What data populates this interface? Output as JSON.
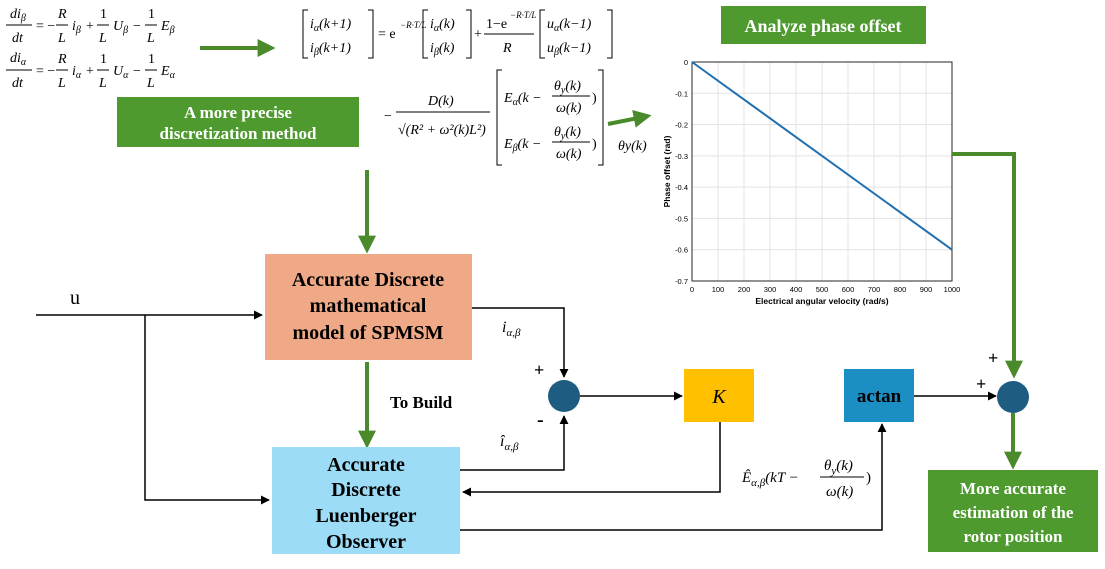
{
  "colors": {
    "green_box": "#4e9a2f",
    "salmon_box": "#f0a987",
    "light_blue_box": "#9ddcf7",
    "teal_box": "#1b8ec4",
    "yellow_box": "#ffc000",
    "junction": "#1f5c82",
    "green_arrow": "#4a8a2a",
    "plot_line": "#1f6fb0"
  },
  "labels": {
    "discretization": [
      "A more precise",
      "discretization method"
    ],
    "analyze_phase": "Analyze phase offset",
    "accurate_model": [
      "Accurate Discrete",
      "mathematical",
      "model of SPMSM"
    ],
    "observer": [
      "Accurate",
      "Discrete",
      "Luenberger",
      "Observer"
    ],
    "gain": "K",
    "actan": "actan",
    "more_accurate": [
      "More accurate",
      "estimation of the",
      "rotor position"
    ],
    "input": "u",
    "to_build": "To Build",
    "plus": "+",
    "minus": "-",
    "theta_label": "θy(k)"
  },
  "chart_data": {
    "type": "line",
    "title": "",
    "xlabel": "Electrical angular velocity (rad/s)",
    "ylabel": "Phase offset (rad)",
    "xlim": [
      0,
      1000
    ],
    "ylim": [
      -0.7,
      0
    ],
    "xticks": [
      "0",
      "100",
      "200",
      "300",
      "400",
      "500",
      "600",
      "700",
      "800",
      "900",
      "1000"
    ],
    "yticks": [
      "0",
      "-0.1",
      "-0.2",
      "-0.3",
      "-0.4",
      "-0.5",
      "-0.6",
      "-0.7"
    ],
    "grid": true,
    "series": [
      {
        "x": [
          0,
          1000
        ],
        "y": [
          0,
          -0.6
        ]
      }
    ]
  }
}
